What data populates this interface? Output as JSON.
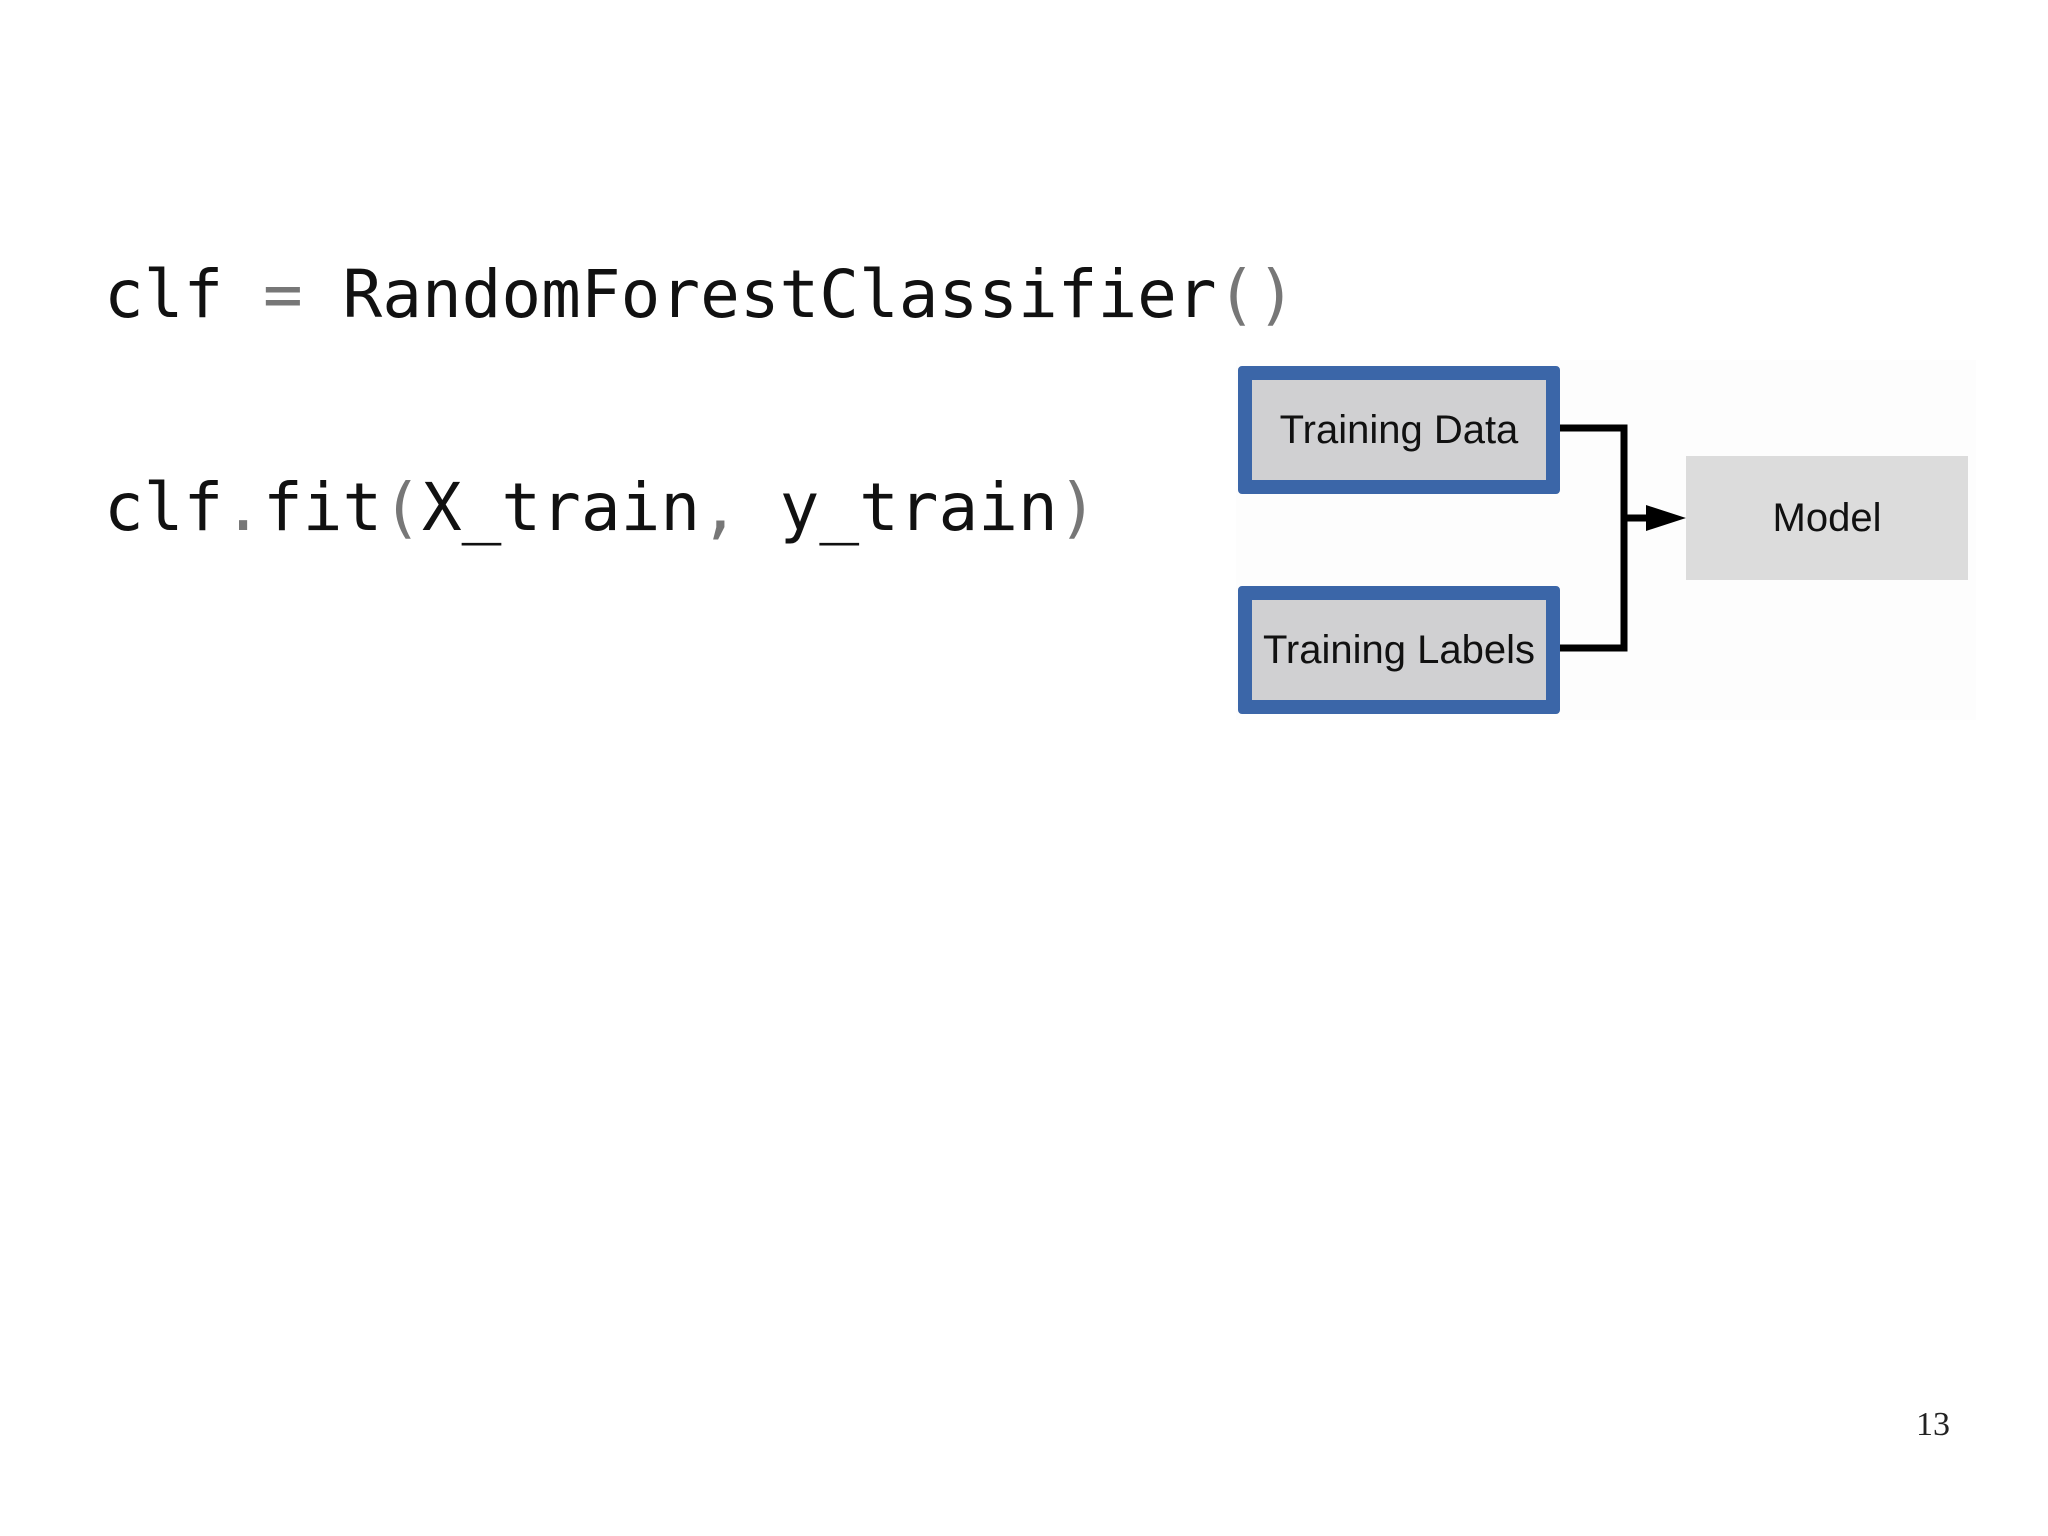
{
  "code": {
    "line1": {
      "var": "clf",
      "op": "=",
      "cls": "RandomForestClassifier",
      "parens": "()"
    },
    "line2": {
      "obj": "clf",
      "dot": ".",
      "method": "fit",
      "open": "(",
      "arg1": "X_train",
      "comma": ",",
      "arg2": "y_train",
      "close": ")"
    }
  },
  "diagram": {
    "training_data": "Training Data",
    "training_labels": "Training Labels",
    "model": "Model"
  },
  "colors": {
    "box_border": "#3b66a8",
    "box_fill": "#d0d0d2",
    "model_fill": "#dcdcdc"
  },
  "page_number": "13"
}
